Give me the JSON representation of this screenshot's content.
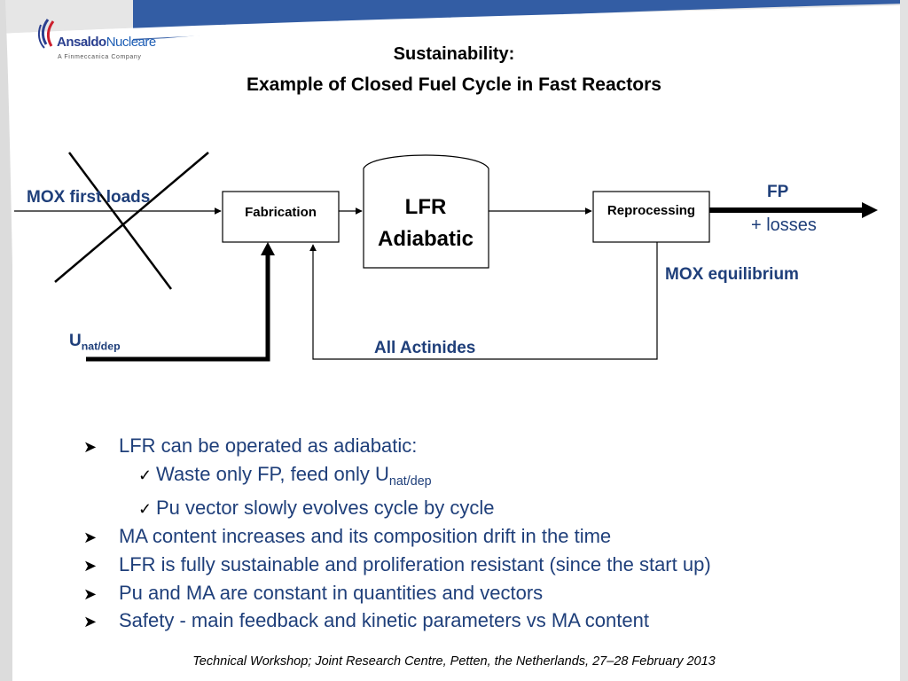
{
  "logo": {
    "name_part1": "Ansaldo",
    "name_part2": "Nucleare",
    "tagline": "A Finmeccanica Company"
  },
  "title": {
    "line1": "Sustainability:",
    "line2": "Example of Closed Fuel Cycle in Fast Reactors"
  },
  "diagram": {
    "mox_first_loads": "MOX first loads",
    "fabrication": "Fabrication",
    "reactor_line1": "LFR",
    "reactor_line2": "Adiabatic",
    "reprocessing": "Reprocessing",
    "fp": "FP",
    "losses": "+ losses",
    "mox_equilibrium": "MOX equilibrium",
    "unat_main": "U",
    "unat_sub": "nat/dep",
    "all_actinides": "All Actinides"
  },
  "bullets": {
    "b1": "LFR can be operated as adiabatic:",
    "b1_sub1_main": "Waste only FP, feed only U",
    "b1_sub1_sub": "nat/dep",
    "b1_sub2": "Pu vector slowly evolves cycle by cycle",
    "b2": "MA content increases and its composition drift in the time",
    "b3": "LFR is fully sustainable and proliferation resistant (since the start up)",
    "b4": "Pu and MA are constant in quantities and vectors",
    "b5": "Safety - main feedback and kinetic parameters  vs MA content"
  },
  "footer": "Technical Workshop; Joint Research Centre, Petten, the Netherlands, 27–28 February 2013",
  "colors": {
    "accent_blue": "#1f3f7a",
    "band_blue": "#1f4e9c",
    "grey_band": "#d9d9d9"
  },
  "icons": {
    "logo": "ansaldo-swirl-icon",
    "bullet": "arrowhead-bullet-icon",
    "sub_bullet": "checkmark-icon"
  }
}
